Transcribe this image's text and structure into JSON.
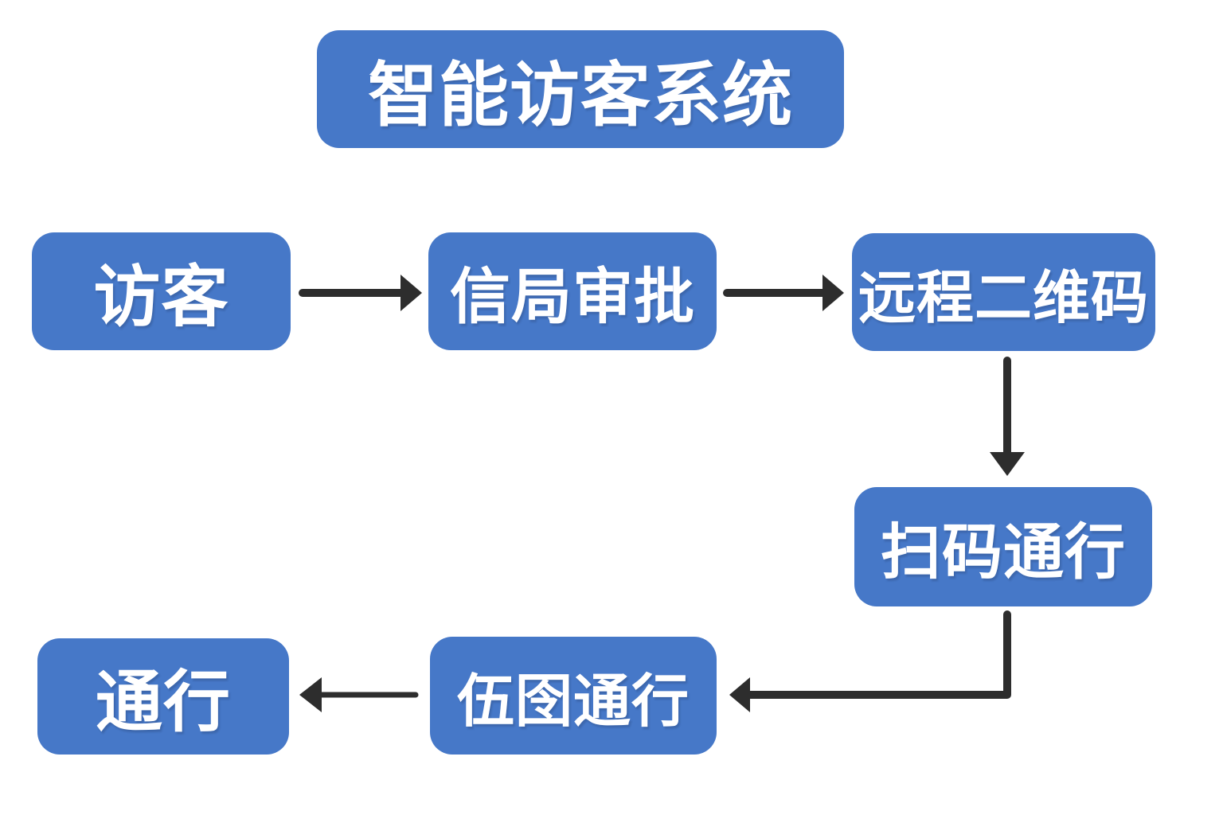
{
  "diagram": {
    "title": "智能访客系统",
    "colors": {
      "node_fill": "#4678c8",
      "node_text": "#ffffff",
      "arrow": "#2d2d2d",
      "background": "#ffffff"
    },
    "nodes": [
      {
        "id": "visitor",
        "label": "访客"
      },
      {
        "id": "approval",
        "label": "信局审批"
      },
      {
        "id": "remote-qrcode",
        "label": "远程二维码"
      },
      {
        "id": "scan-pass",
        "label": "扫码通行"
      },
      {
        "id": "verify-pass",
        "label": "伍囹通行"
      },
      {
        "id": "pass",
        "label": "通行"
      }
    ],
    "edges": [
      {
        "from": "visitor",
        "to": "approval"
      },
      {
        "from": "approval",
        "to": "remote-qrcode"
      },
      {
        "from": "remote-qrcode",
        "to": "scan-pass"
      },
      {
        "from": "scan-pass",
        "to": "verify-pass"
      },
      {
        "from": "verify-pass",
        "to": "pass"
      }
    ]
  }
}
